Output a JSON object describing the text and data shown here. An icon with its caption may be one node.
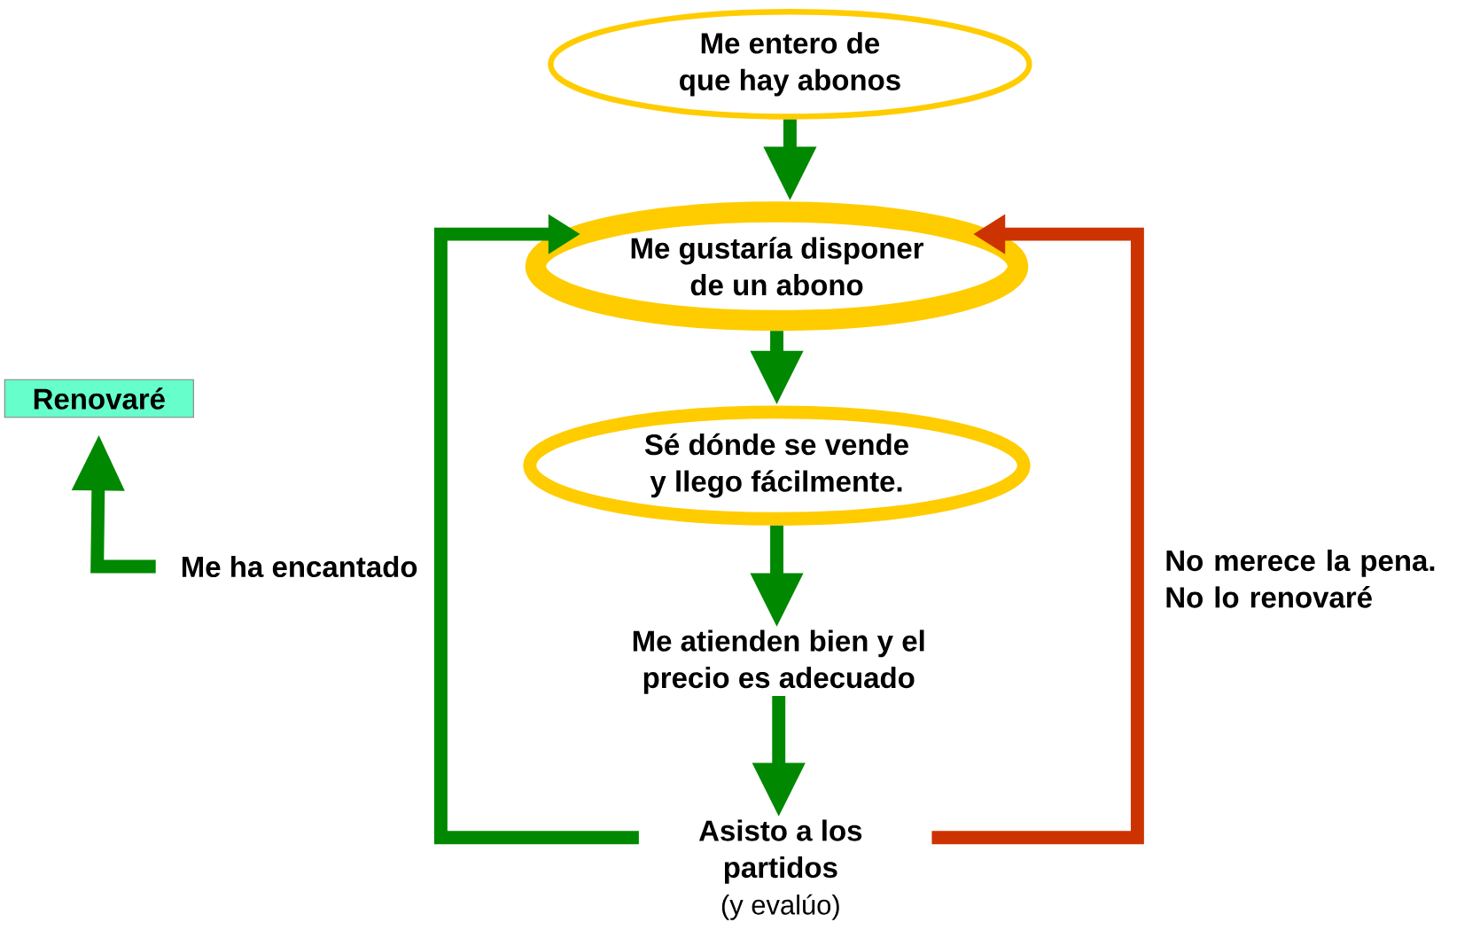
{
  "diagram": {
    "nodes": [
      {
        "text": [
          "Me entero de que hay abonos"
        ]
      },
      {
        "text": [
          "Me gustaría disponer de un abono"
        ]
      },
      {
        "text": [
          "Sé dónde se vende y llego fácilmente."
        ]
      },
      {
        "text": [
          "Me atienden bien y el precio es adecuado"
        ]
      },
      {
        "text": [
          "Asisto a los partidos",
          "(y evalúo)"
        ]
      },
      {
        "text": [
          "Renovaré"
        ]
      },
      {
        "text": [
          "Me ha encantado"
        ]
      }
    ],
    "edges": [
      {
        "from": 0,
        "to": 1,
        "arrow": "to"
      },
      {
        "from": 1,
        "to": 2,
        "arrow": "to"
      },
      {
        "from": 2,
        "to": 3,
        "arrow": "to"
      },
      {
        "from": 3,
        "to": 4,
        "arrow": "to"
      },
      {
        "from": 4,
        "to": 1,
        "arrow": "to"
      },
      {
        "from": 4,
        "to": 1,
        "arrow": "to",
        "label": "No merece la pena. No lo renovaré",
        "color": "#cc3300"
      },
      {
        "from": 6,
        "to": 5,
        "arrow": "to"
      }
    ]
  }
}
